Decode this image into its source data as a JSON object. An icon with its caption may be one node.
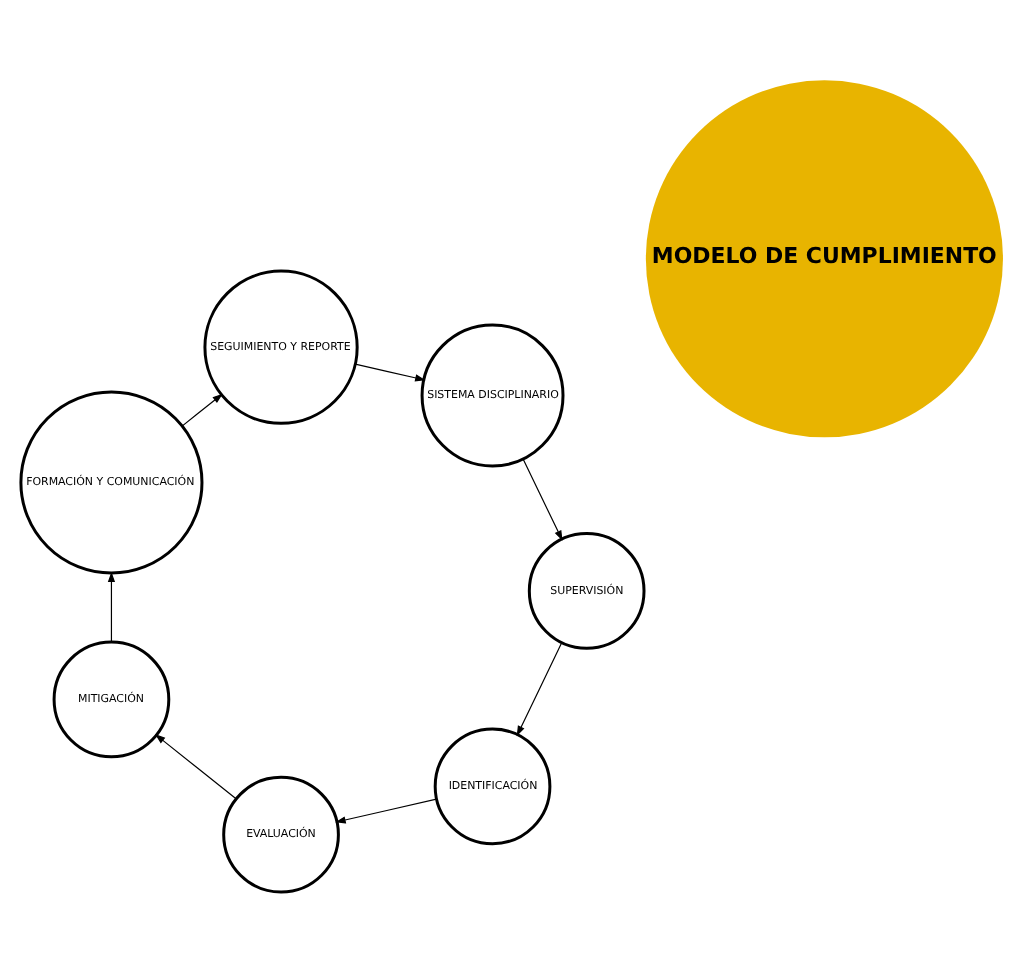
{
  "diagram": {
    "nodes": [
      {
        "text": [
          "IDENTIFICACIÓN"
        ]
      },
      {
        "text": [
          "EVALUACIÓN"
        ]
      },
      {
        "text": [
          "MITIGACIÓN"
        ]
      },
      {
        "text": [
          "FORMACIÓN Y COMUNICACIÓN"
        ]
      },
      {
        "text": [
          "SEGUIMIENTO Y REPORTE"
        ]
      },
      {
        "text": [
          "SISTEMA DISCIPLINARIO"
        ]
      },
      {
        "text": [
          "SUPERVISIÓN"
        ]
      },
      {
        "text": [
          "MODELO DE CUMPLIMIENTO"
        ]
      }
    ],
    "edges": [
      {
        "from": 0,
        "to": 1,
        "arrow": "to"
      },
      {
        "from": 1,
        "to": 2,
        "arrow": "to"
      },
      {
        "from": 2,
        "to": 3,
        "arrow": "to"
      },
      {
        "from": 3,
        "to": 4,
        "arrow": "to"
      },
      {
        "from": 4,
        "to": 5,
        "arrow": "to"
      },
      {
        "from": 5,
        "to": 6,
        "arrow": "to"
      },
      {
        "from": 6,
        "to": 0,
        "arrow": "to"
      }
    ]
  }
}
